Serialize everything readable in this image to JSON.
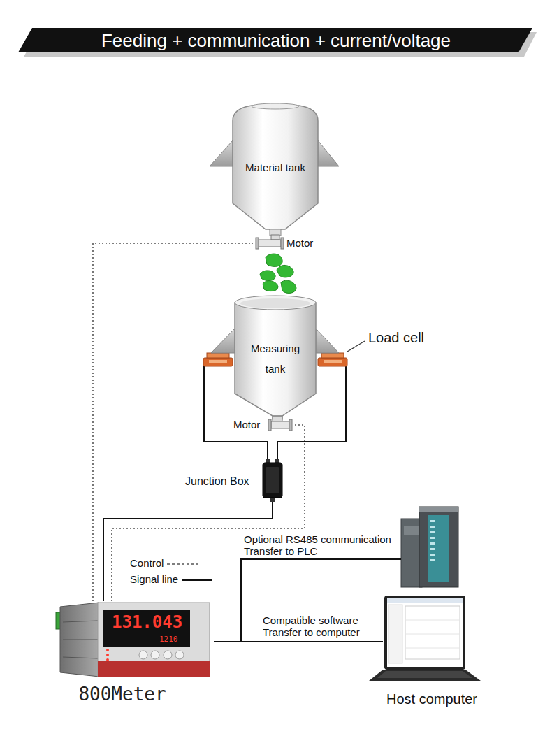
{
  "diagram": {
    "title": "Feeding + communication + current/voltage",
    "nodes": [
      {
        "text": [
          "Material tank"
        ]
      },
      {
        "text": [
          "Motor"
        ]
      },
      {
        "text": [
          "Measuring tank"
        ]
      },
      {
        "text": [
          "Motor"
        ]
      },
      {
        "text": [
          "Junction Box"
        ]
      },
      {
        "text": [
          "800Meter",
          "131.043",
          "1210"
        ]
      },
      {
        "text": [
          "Host computer"
        ]
      }
    ],
    "edges": [
      {
        "from": 5,
        "to": 1,
        "arrow": "none"
      },
      {
        "from": 5,
        "to": 3,
        "arrow": "none"
      },
      {
        "from": 4,
        "to": 5,
        "arrow": "none"
      },
      {
        "from": 5,
        "to": 6,
        "label": "Compatible software Transfer to computer",
        "arrow": "none"
      }
    ],
    "labels": [
      "Load cell",
      "Optional RS485 communication Transfer to PLC"
    ],
    "legend": [
      {
        "text": "Control"
      },
      {
        "text": "Signal line"
      }
    ]
  }
}
